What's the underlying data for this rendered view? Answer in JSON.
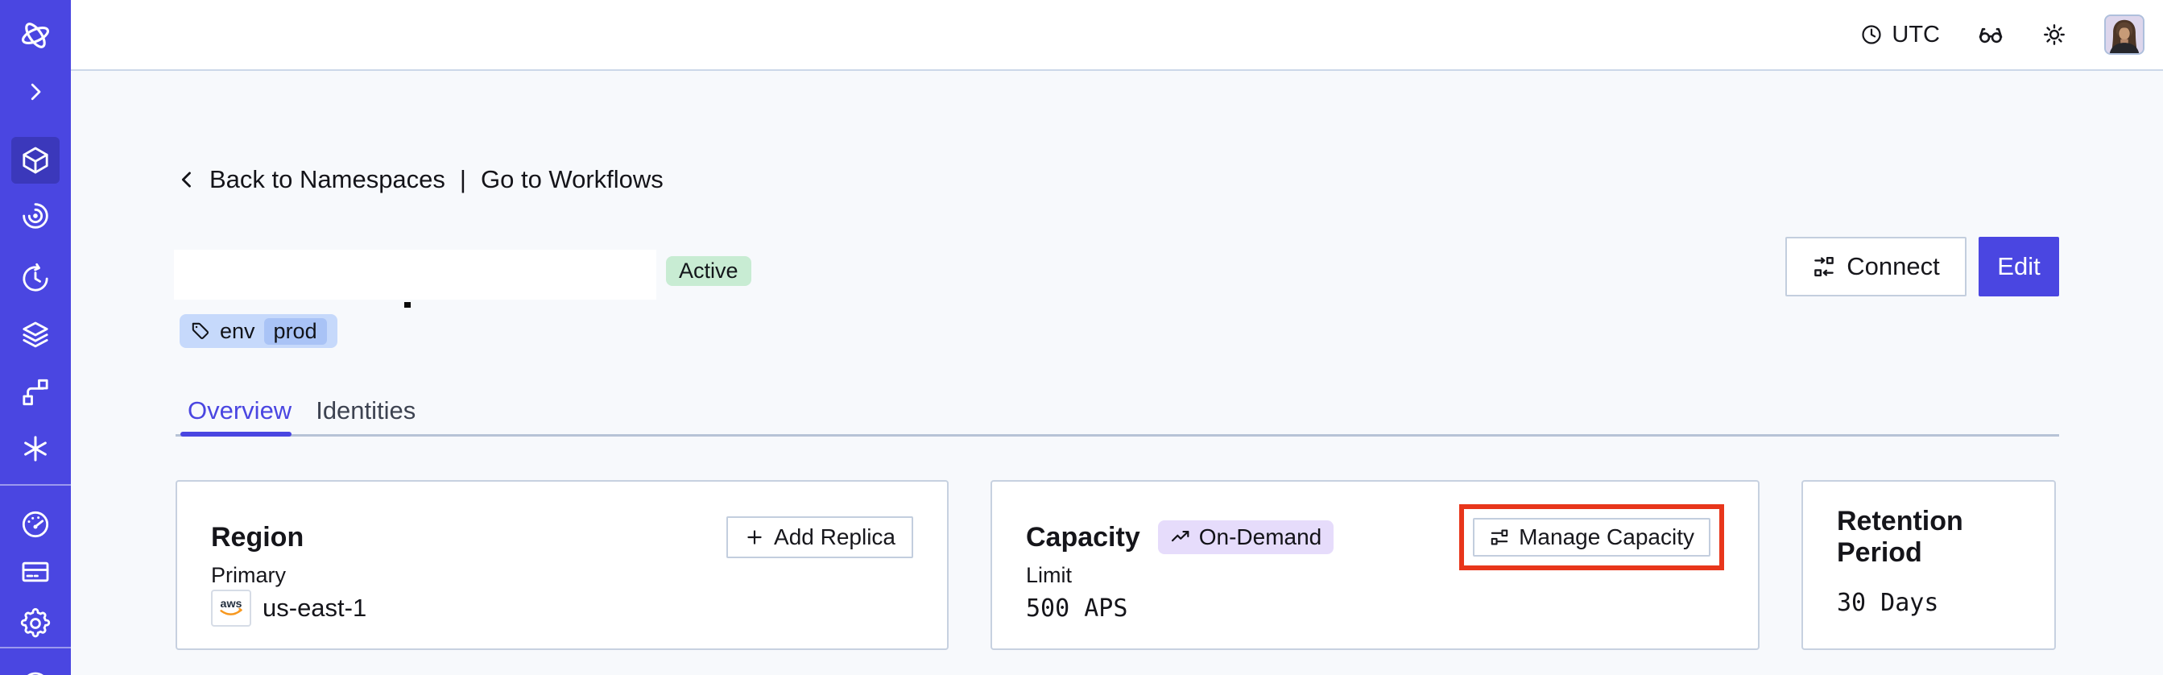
{
  "topbar": {
    "timezone": "UTC",
    "icons": [
      "clock-icon",
      "glasses-icon",
      "sun-icon",
      "user-avatar"
    ]
  },
  "sidebar": {
    "active_item": "namespaces",
    "icons": [
      "temporal-logo-icon",
      "chevron-right-icon",
      "namespaces-cube-icon",
      "nexus-spiral-icon",
      "schedules-clock-icon",
      "layers-icon",
      "pipeline-branch-icon",
      "asterisk-icon",
      "usage-gauge-icon",
      "billing-card-icon",
      "settings-gear-icon",
      "profile-circle-icon"
    ]
  },
  "breadcrumb": {
    "back_label": "Back to Namespaces",
    "separator": "|",
    "workflows_label": "Go to Workflows"
  },
  "namespace": {
    "title_redacted": "",
    "status_badge": "Active",
    "tag_key": "env",
    "tag_value": "prod"
  },
  "actions": {
    "connect_label": "Connect",
    "edit_label": "Edit"
  },
  "tabs": [
    {
      "label": "Overview",
      "active": true
    },
    {
      "label": "Identities",
      "active": false
    }
  ],
  "cards": {
    "region": {
      "title": "Region",
      "button_label": "Add Replica",
      "field_label": "Primary",
      "provider": "aws",
      "value": "us-east-1"
    },
    "capacity": {
      "title": "Capacity",
      "badge": "On-Demand",
      "button_label": "Manage Capacity",
      "field_label": "Limit",
      "value": "500 APS",
      "annotated": true
    },
    "retention": {
      "title": "Retention Period",
      "value": "30 Days"
    }
  },
  "colors": {
    "sidebar": "#4A46E1",
    "sidebar_active": "#3B38BB",
    "accent": "#4A46E1",
    "status_green": "#C8ECD3",
    "badge_purple": "#E6DCFB",
    "tag_blue": "#C6D9FB",
    "tag_chip_blue": "#A9C3F6",
    "annotation_red": "#E8361B"
  }
}
